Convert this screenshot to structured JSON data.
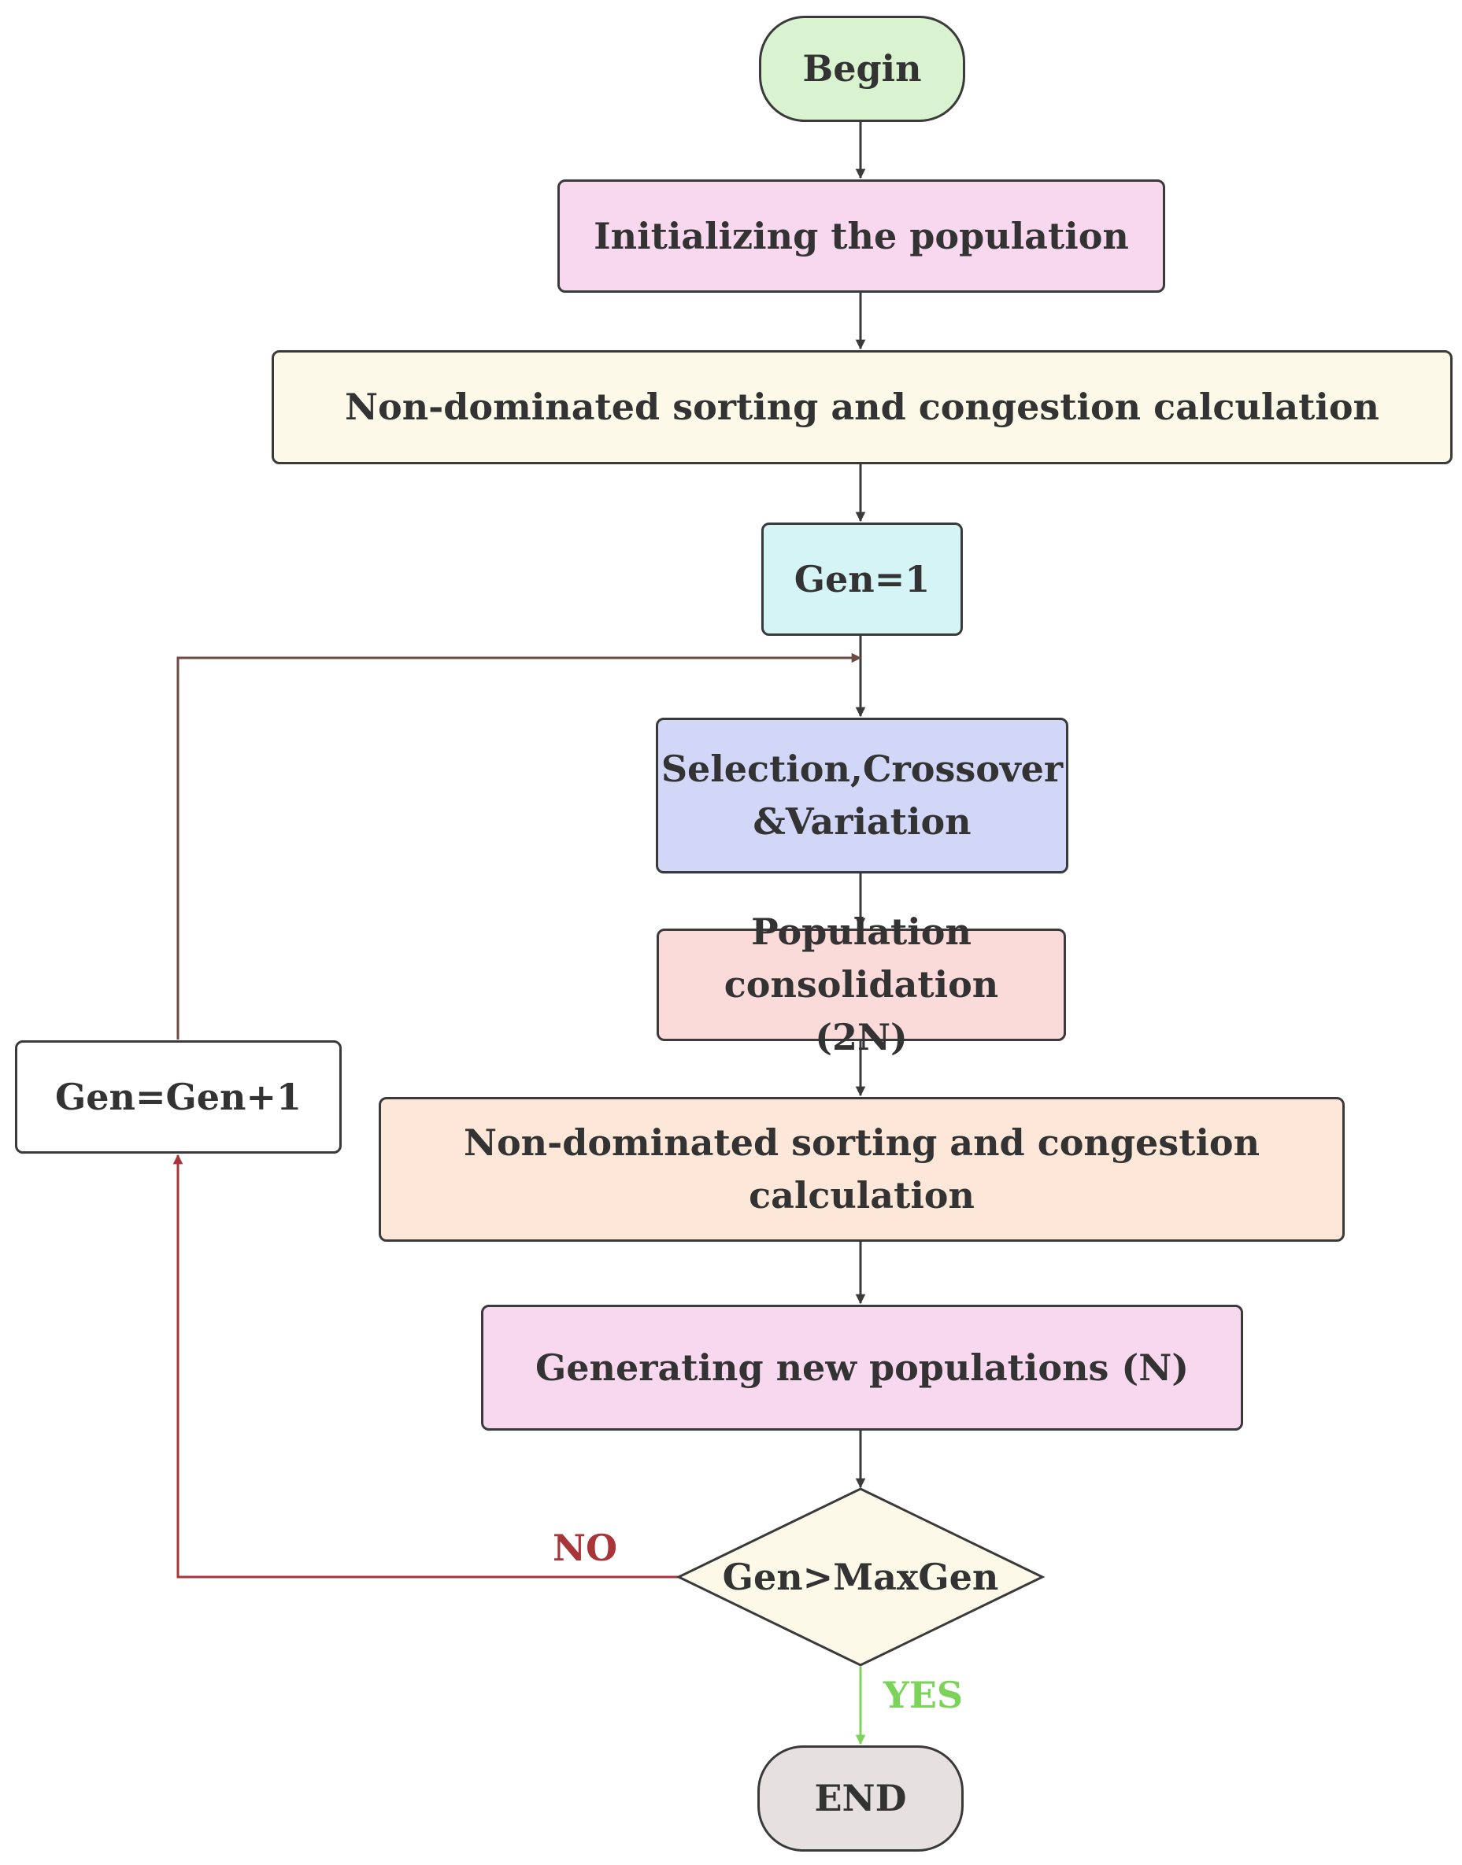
{
  "nodes": {
    "begin": "Begin",
    "init": "Initializing the population",
    "sort1": "Non-dominated sorting and congestion calculation",
    "gen1": "Gen=1",
    "select": "Selection,Crossover &Variation",
    "consolidate": "Population consolidation (2N)",
    "sort2": "Non-dominated sorting and congestion calculation",
    "generate": "Generating new populations (N)",
    "decision": "Gen>MaxGen",
    "increment": "Gen=Gen+1",
    "end": "END"
  },
  "edge_labels": {
    "no": "NO",
    "yes": "YES"
  },
  "colors": {
    "begin_fill": "#d9f2d0",
    "init_fill": "#f8d8ef",
    "sort1_fill": "#fdf9e8",
    "gen1_fill": "#d4f4f6",
    "select_fill": "#d2d6f7",
    "consolidate_fill": "#fbdada",
    "sort2_fill": "#fce7d8",
    "generate_fill": "#f8d8ef",
    "decision_fill": "#fdf9e8",
    "increment_fill": "#ffffff",
    "end_fill": "#e6e0e1",
    "no_color": "#a8353a",
    "yes_color": "#7bd35a",
    "loop_color": "#6e4a45",
    "arrow_color": "#3a3a3a"
  }
}
